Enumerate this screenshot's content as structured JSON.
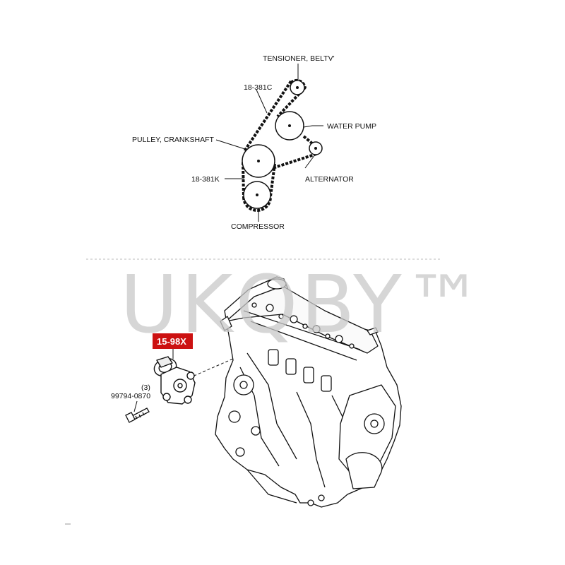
{
  "belt_diagram": {
    "labels": {
      "tensioner": "TENSIONER, BELTV'",
      "belt_upper": "18-381C",
      "water_pump": "WATER PUMP",
      "crankshaft": "PULLEY, CRANKSHAFT",
      "belt_lower": "18-381K",
      "alternator": "ALTERNATOR",
      "compressor": "COMPRESSOR"
    }
  },
  "watermark": {
    "text": "UKQBY™"
  },
  "engine_diagram": {
    "part_tag": "15-98X",
    "part_tag_color": "#cc1111",
    "bolt_qty": "(3)",
    "bolt_part": "99794-0870"
  }
}
